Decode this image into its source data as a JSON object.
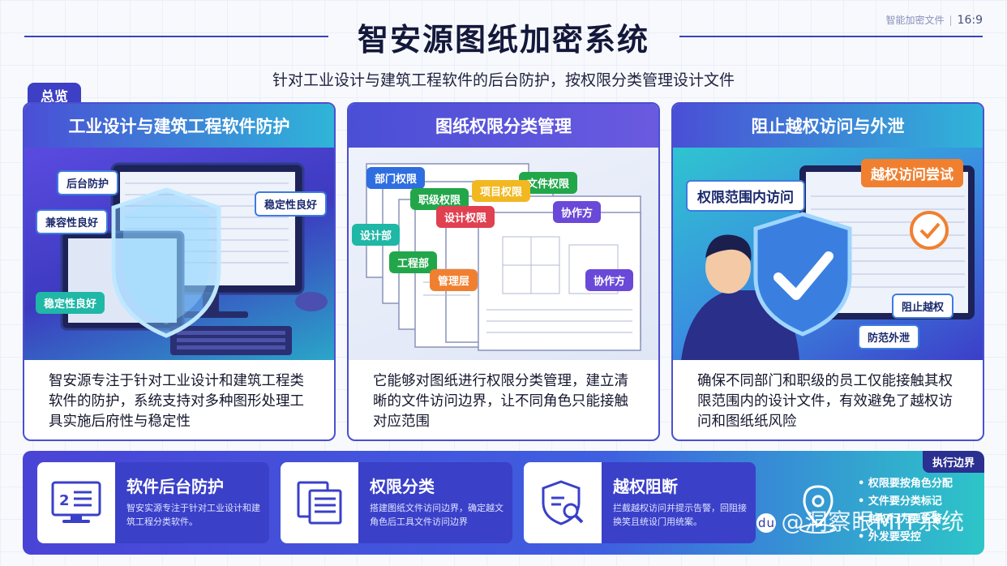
{
  "header": {
    "title": "智安源图纸加密系统",
    "corner_label": "智能加密文件",
    "ratio": "16:9",
    "subtitle": "针对工业设计与建筑工程软件的后台防护，按权限分类管理设计文件",
    "overview_tag": "总览"
  },
  "panels": [
    {
      "title": "工业设计与建筑工程软件防护",
      "text": "智安源专注于针对工业设计和建筑工程类软件的防护，系统支持对多种图形处理工具实施后府性与稳定性",
      "chips": [
        "后台防护",
        "稳定性良好",
        "兼容性良好",
        "稳定性良好"
      ]
    },
    {
      "title": "图纸权限分类管理",
      "text": "它能够对图纸进行权限分类管理，建立清晰的文件访问边界，让不同角色只能接触对应范围",
      "chips": [
        "部门权限",
        "文件权限",
        "职级权限",
        "项目权限",
        "设计权限",
        "协作方",
        "设计部",
        "工程部",
        "管理层",
        "协作方"
      ]
    },
    {
      "title": "阻止越权访问与外泄",
      "text": "确保不同部门和职级的员工仅能接触其权限范围内的设计文件，有效避免了越权访问和图纸纸风险",
      "chips": [
        "越权访问尝试",
        "权限范围内访问",
        "阻止越权",
        "防范外泄"
      ]
    }
  ],
  "cards": [
    {
      "title": "软件后台防护",
      "desc": "智安实源专注于针对工业设计和建筑工程分类软件。"
    },
    {
      "title": "权限分类",
      "desc": "搭建图纸文件访问边界，确定越文角色后工具文件访问边界"
    },
    {
      "title": "越权阻断",
      "desc": "拦截越权访问并提示告警，回阻接换笑且统设门用统案。"
    }
  ],
  "exec": {
    "tag": "执行边界",
    "items": [
      "权限要按角色分配",
      "文件要分类标记",
      "越权行为要告警",
      "外发要受控"
    ]
  },
  "watermark": "@洞察眼MIT系统",
  "colors": {
    "brand": "#3d3fc4",
    "accent": "#2fb5d8",
    "orange": "#f08030"
  }
}
